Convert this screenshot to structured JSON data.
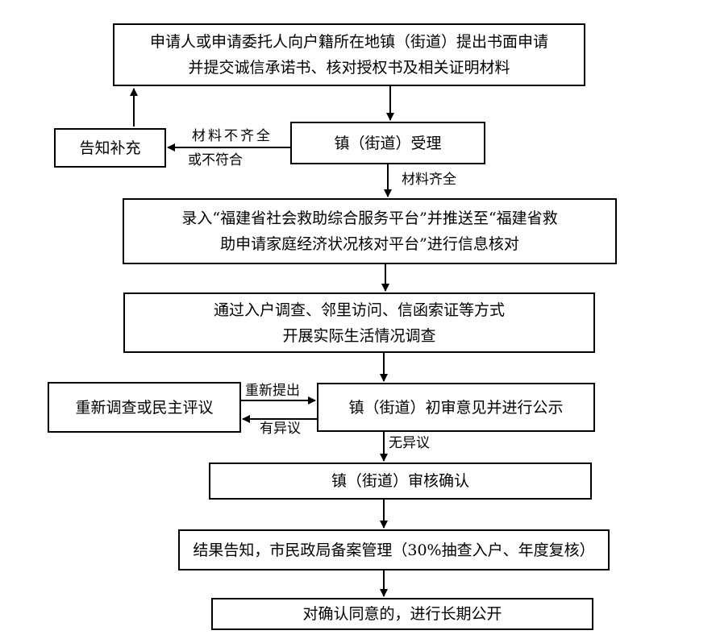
{
  "steps": {
    "apply": {
      "line1": "申请人或申请委托人向户籍所在地镇（街道）提出书面申请",
      "line2": "并提交诚信承诺书、核对授权书及相关证明材料"
    },
    "accept": "镇（街道）受理",
    "notify_supplement": "告知补充",
    "platform_entry": {
      "line1": "录入“福建省社会救助综合服务平台”并推送至“福建省救",
      "line2": "助申请家庭经济状况核对平台”进行信息核对"
    },
    "survey": {
      "line1": "通过入户调查、邻里访问、信函索证等方式",
      "line2": "开展实际生活情况调查"
    },
    "preliminary_review": "镇（街道）初审意见并进行公示",
    "resurvey": "重新调查或民主评议",
    "confirm": "镇（街道）审核确认",
    "result_notice": "结果告知，市民政局备案管理（30%抽查入户、年度复核）",
    "long_term_public": "对确认同意的，进行长期公开"
  },
  "labels": {
    "incomplete_line1": "材料不齐全",
    "incomplete_line2": "或不符合",
    "complete": "材料齐全",
    "resubmit": "重新提出",
    "objection": "有异议",
    "no_objection": "无异议"
  }
}
